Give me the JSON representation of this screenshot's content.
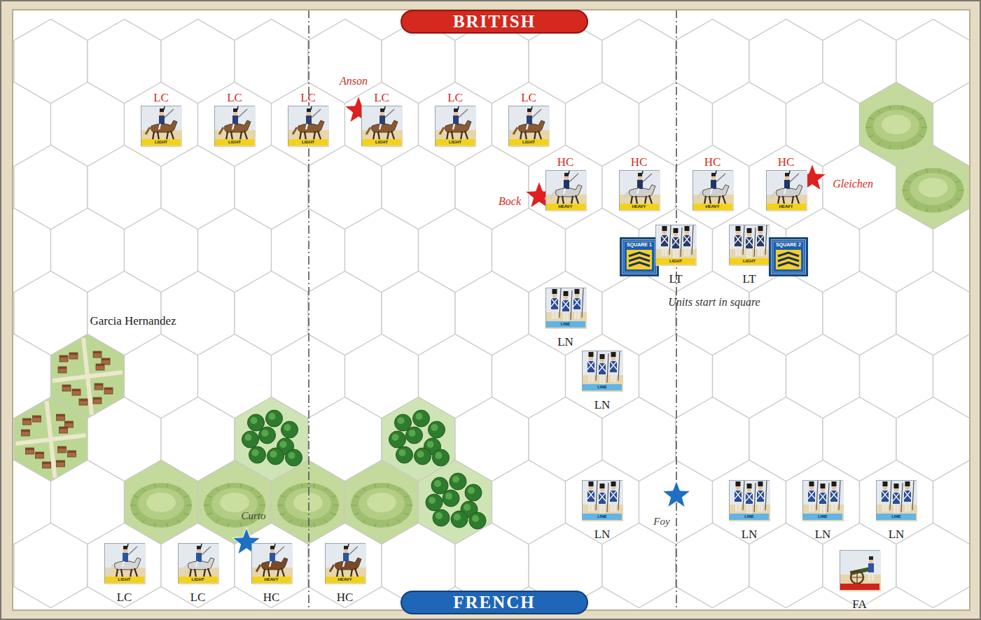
{
  "diagram": {
    "nodes": [
      {
        "text": [
          "BRITISH"
        ]
      },
      {
        "text": [
          "LC",
          "LIGHT"
        ]
      },
      {
        "text": [
          "LC",
          "LIGHT"
        ]
      },
      {
        "text": [
          "LC",
          "LIGHT"
        ]
      },
      {
        "text": [
          "LC",
          "LIGHT"
        ]
      },
      {
        "text": [
          "LC",
          "LIGHT"
        ]
      },
      {
        "text": [
          "LC",
          "LIGHT"
        ]
      },
      {
        "text": [
          "HC",
          "HEAVY"
        ]
      },
      {
        "text": [
          "HC",
          "HEAVY"
        ]
      },
      {
        "text": [
          "HC",
          "HEAVY"
        ]
      },
      {
        "text": [
          "HC",
          "HEAVY"
        ]
      },
      {
        "text": [
          "SQUARE 1"
        ]
      },
      {
        "text": [
          "LT",
          "LIGHT"
        ]
      },
      {
        "text": [
          "LT",
          "LIGHT"
        ]
      },
      {
        "text": [
          "SQUARE 2"
        ]
      },
      {
        "text": [
          "LN",
          "LINE"
        ]
      },
      {
        "text": [
          "LN",
          "LINE"
        ]
      },
      {
        "text": [
          "LN",
          "LINE"
        ]
      },
      {
        "text": [
          "LN",
          "LINE"
        ]
      },
      {
        "text": [
          "LN",
          "LINE"
        ]
      },
      {
        "text": [
          "LN",
          "LINE"
        ]
      },
      {
        "text": [
          "LC",
          "LIGHT"
        ]
      },
      {
        "text": [
          "LC",
          "LIGHT"
        ]
      },
      {
        "text": [
          "HC",
          "HEAVY"
        ]
      },
      {
        "text": [
          "HC",
          "HEAVY"
        ]
      },
      {
        "text": [
          "FA"
        ]
      },
      {
        "text": [
          "FRENCH"
        ]
      }
    ],
    "labels": [
      "Anson",
      "Bock",
      "Gleichen",
      "Units start in square",
      "Garcia Hernandez",
      "Curto",
      "Foy"
    ]
  }
}
